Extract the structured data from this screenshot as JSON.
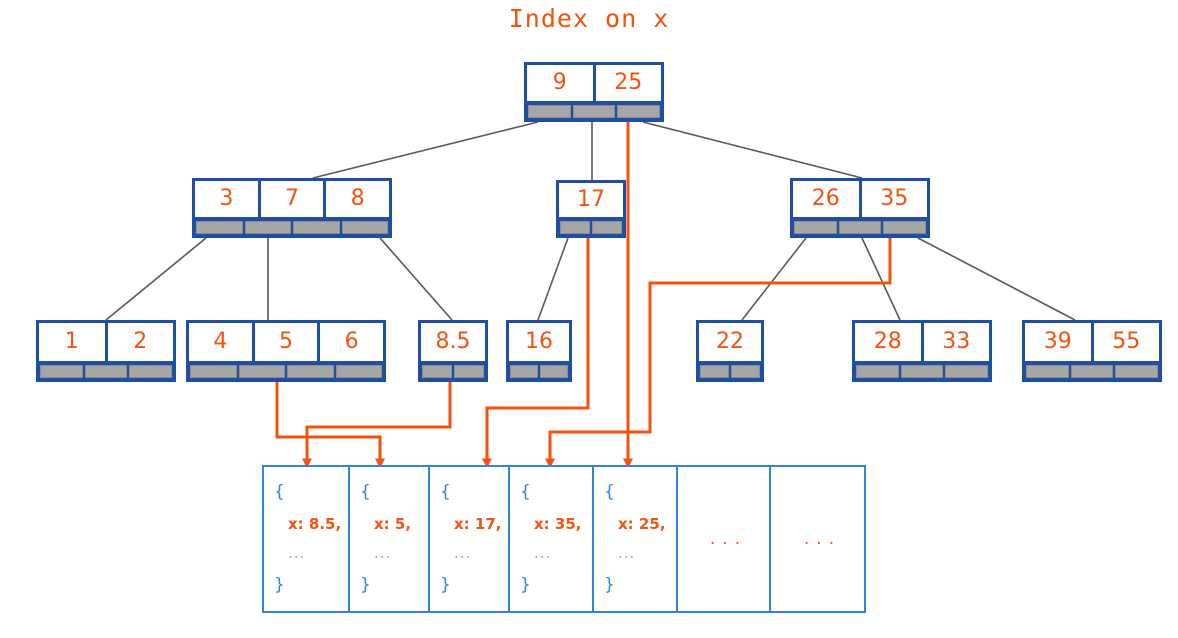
{
  "title": "Index on x",
  "colors": {
    "orange": "#f4530f",
    "node_border_blue": "#1f4fa3",
    "doc_border_blue": "#2e86d6",
    "pointer_gray": "#a6a6a6",
    "connector_gray": "#595959"
  },
  "tree": {
    "root": {
      "keys": [
        "9",
        "25"
      ],
      "pointer_count": 3
    },
    "internal": [
      {
        "keys": [
          "3",
          "7",
          "8"
        ],
        "pointer_count": 4
      },
      {
        "keys": [
          "17"
        ],
        "pointer_count": 2
      },
      {
        "keys": [
          "26",
          "35"
        ],
        "pointer_count": 3
      }
    ],
    "leaves": [
      {
        "keys": [
          "1",
          "2"
        ],
        "pointer_count": 3
      },
      {
        "keys": [
          "4",
          "5",
          "6"
        ],
        "pointer_count": 4
      },
      {
        "keys": [
          "8.5"
        ],
        "pointer_count": 2
      },
      {
        "keys": [
          "16"
        ],
        "pointer_count": 2
      },
      {
        "keys": [
          "22"
        ],
        "pointer_count": 2
      },
      {
        "keys": [
          "28",
          "33"
        ],
        "pointer_count": 3
      },
      {
        "keys": [
          "39",
          "55"
        ],
        "pointer_count": 3
      }
    ]
  },
  "documents": [
    {
      "open": "{",
      "field": "x: 8.5,",
      "ellipsis": "...",
      "close": "}"
    },
    {
      "open": "{",
      "field": "x: 5,",
      "ellipsis": "...",
      "close": "}"
    },
    {
      "open": "{",
      "field": "x: 17,",
      "ellipsis": "...",
      "close": "}"
    },
    {
      "open": "{",
      "field": "x: 35,",
      "ellipsis": "...",
      "close": "}"
    },
    {
      "open": "{",
      "field": "x: 25,",
      "ellipsis": "...",
      "close": "}"
    },
    {
      "dots": "..."
    },
    {
      "dots": "..."
    }
  ]
}
